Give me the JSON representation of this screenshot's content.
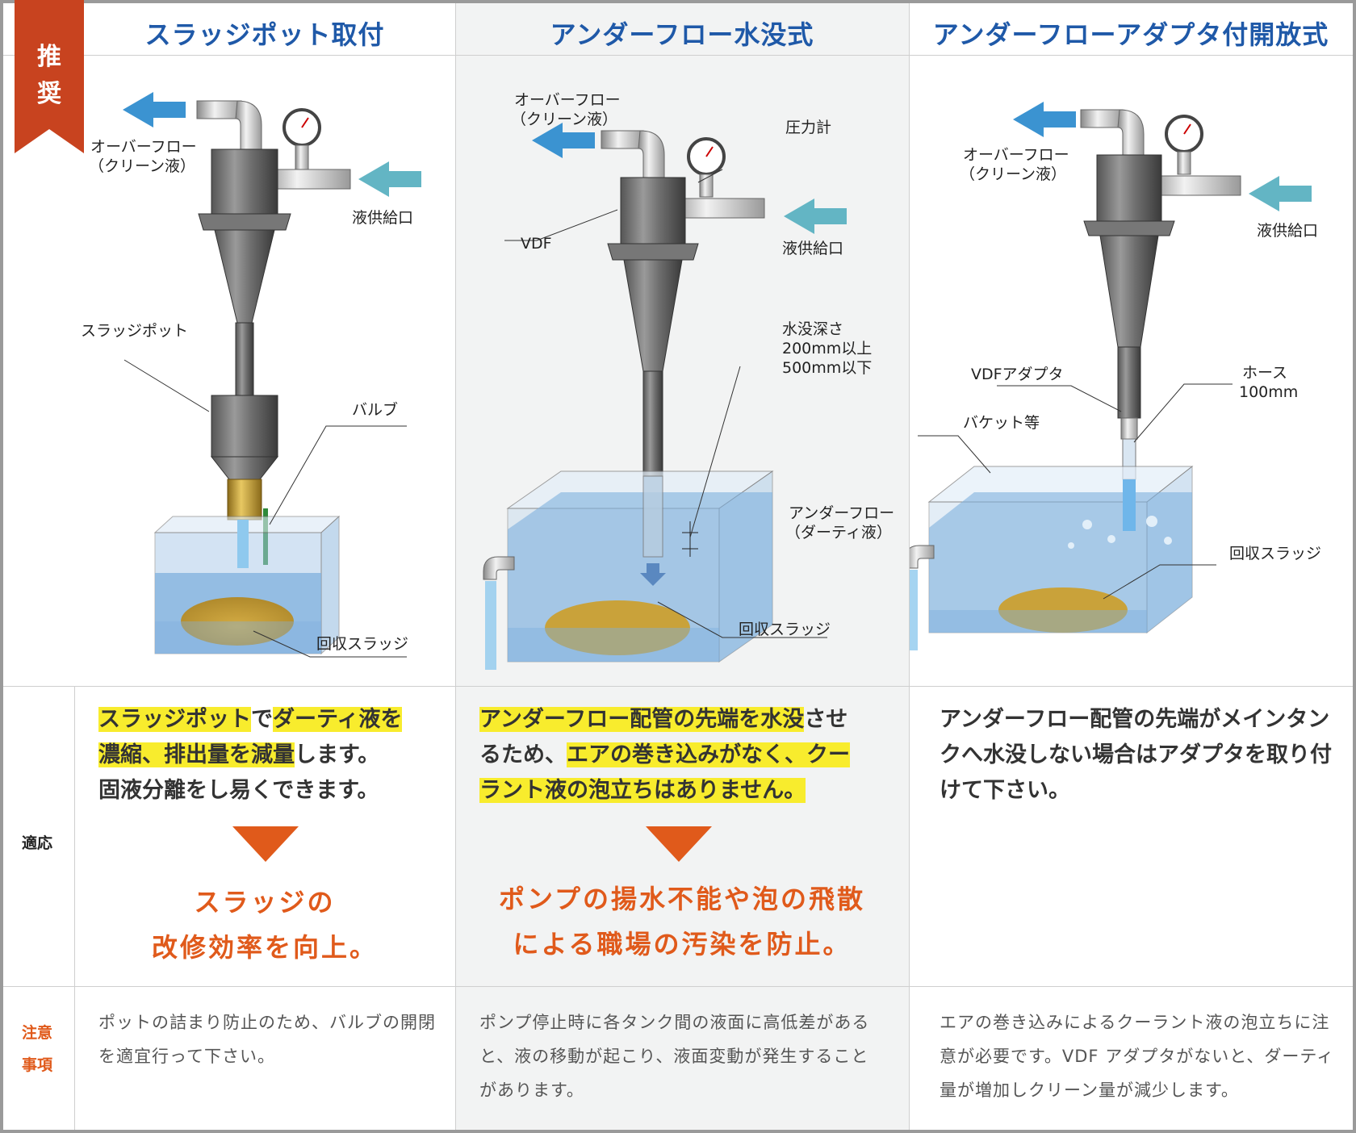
{
  "badge": {
    "line1": "推",
    "line2": "奨"
  },
  "columns": [
    {
      "title": "スラッジポット取付",
      "labels": {
        "overflow1": "オーバーフロー",
        "overflow2": "（クリーン液）",
        "inlet": "液供給口",
        "pot": "スラッジポット",
        "valve": "バルブ",
        "sludge": "回収スラッジ"
      },
      "desc": {
        "p1": "スラッジポット",
        "p2": "で",
        "p3": "ダーティ液を",
        "p4": "濃縮、排出量を減量",
        "p5": "します。",
        "p6": "固液分離をし易くできます。"
      },
      "result": {
        "line1": "スラッジの",
        "line2": "改修効率を向上。"
      },
      "note": "ポットの詰まり防止のため、バルブの開閉を適宜行って下さい。"
    },
    {
      "title": "アンダーフロー水没式",
      "labels": {
        "overflow1": "オーバーフロー",
        "overflow2": "（クリーン液）",
        "gauge": "圧力計",
        "vdf": "VDF",
        "inlet": "液供給口",
        "depth1": "水没深さ",
        "depth2": "200mm以上",
        "depth3": "500mm以下",
        "underflow1": "アンダーフロー",
        "underflow2": "（ダーティ液）",
        "sludge": "回収スラッジ"
      },
      "desc": {
        "p1": "アンダーフロー配管の先端を水没",
        "p2": "させ",
        "p3": "るため、",
        "p4": "エアの巻き込みがなく、クー",
        "p5": "ラント液の泡立ちはありません。"
      },
      "result": {
        "line1": "ポンプの揚水不能や泡の飛散",
        "line2": "による職場の汚染を防止。"
      },
      "note": "ポンプ停止時に各タンク間の液面に高低差があると、液の移動が起こり、液面変動が発生することがあります。"
    },
    {
      "title": "アンダーフローアダプタ付開放式",
      "labels": {
        "overflow1": "オーバーフロー",
        "overflow2": "（クリーン液）",
        "inlet": "液供給口",
        "adapter": "VDFアダプタ",
        "hose1": "ホース",
        "hose2": "100mm",
        "bucket": "バケット等",
        "sludge": "回収スラッジ"
      },
      "desc": {
        "text": "アンダーフロー配管の先端がメインタンクへ水没しない場合はアダプタを取り付けて下さい。"
      },
      "note": "エアの巻き込みによるクーラント液の泡立ちに注意が必要です。VDF アダプタがないと、ダーティ量が増加しクリーン量が減少します。"
    }
  ],
  "rows": {
    "apply": "適応",
    "caution1": "注意",
    "caution2": "事項"
  },
  "colors": {
    "title_blue": "#1f59a8",
    "ribbon_red": "#c8431f",
    "result_orange": "#e05a1b",
    "highlight": "#f8ec2d",
    "arrow_blue": "#3b93d1",
    "arrow_teal": "#63b5c4",
    "water": "#7fb0de",
    "sludge": "#c9a23a"
  }
}
